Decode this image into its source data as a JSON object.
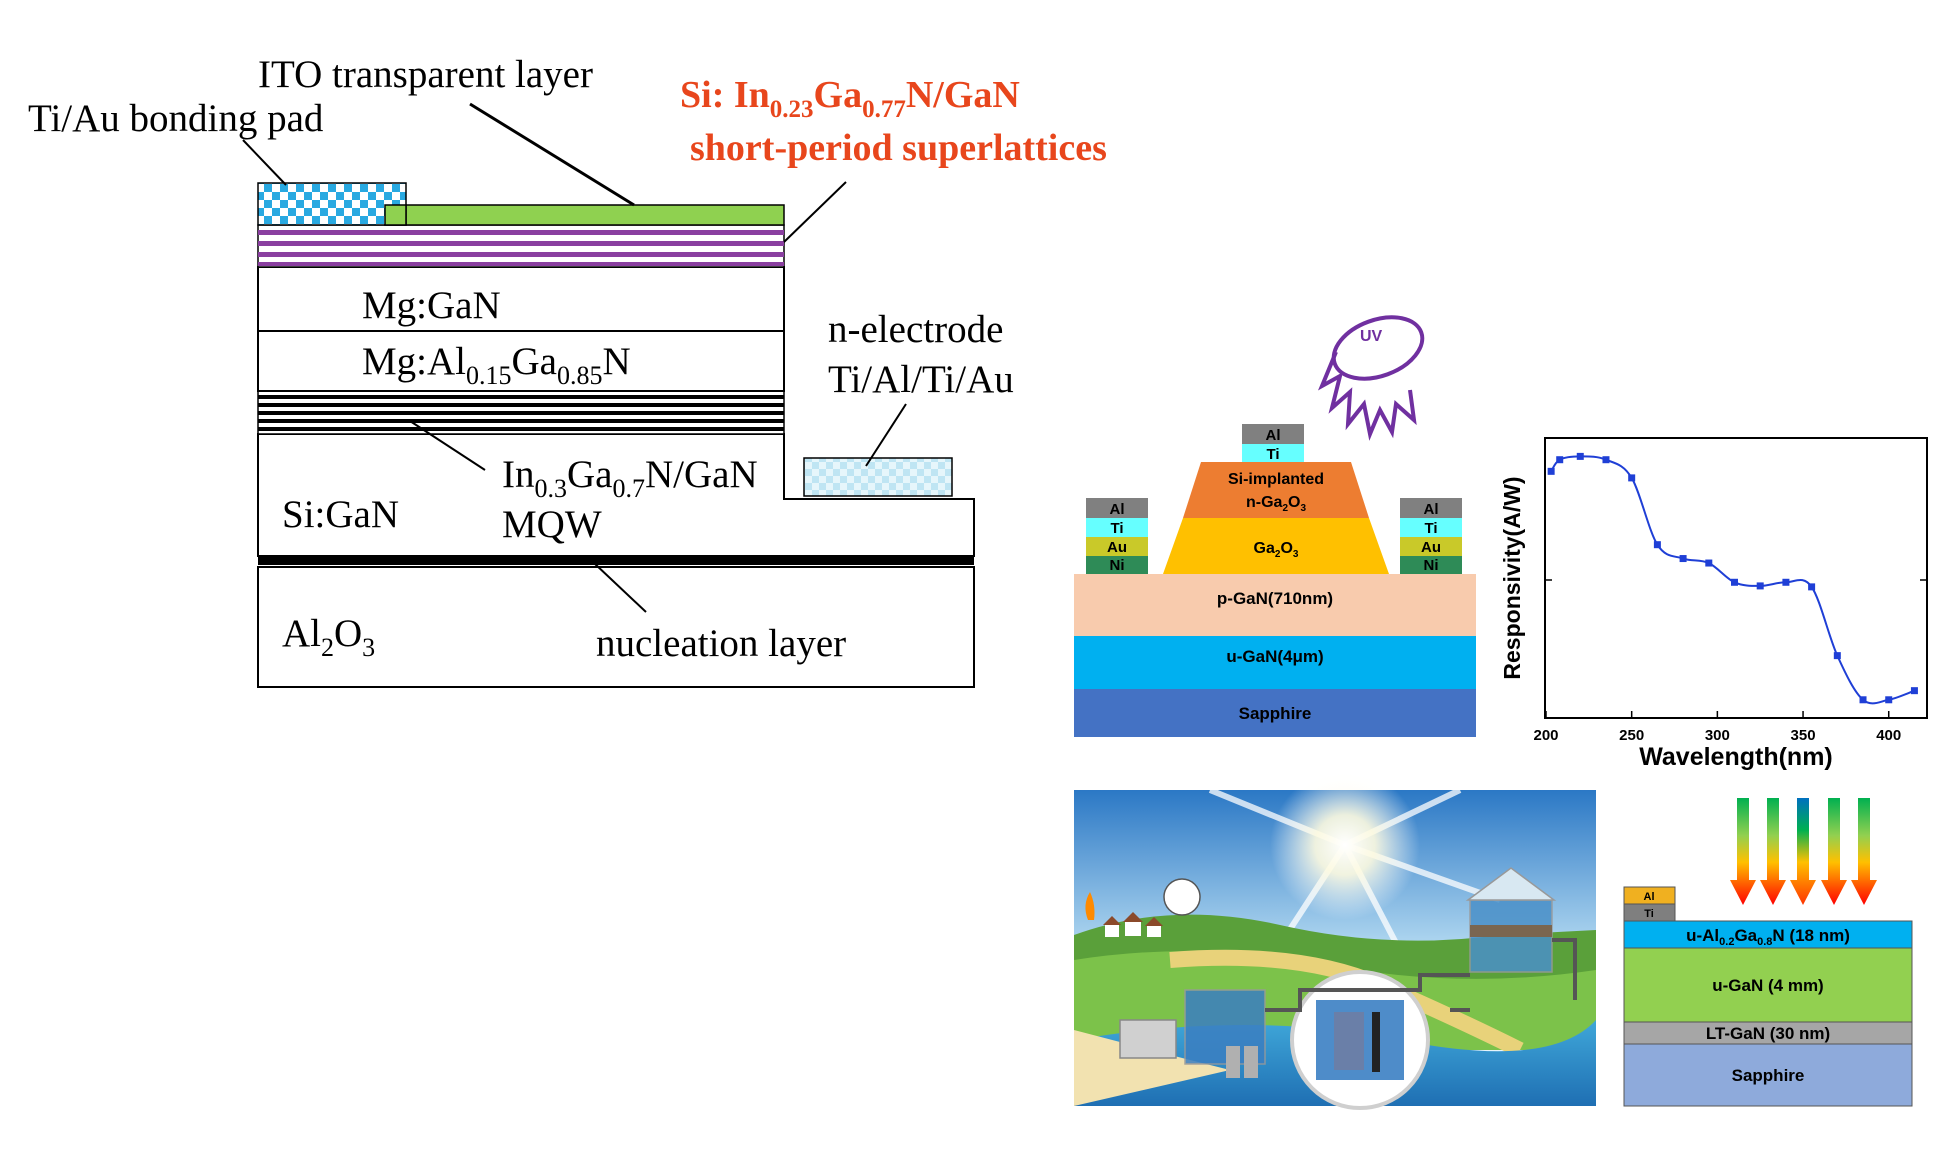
{
  "led": {
    "ito_label": "ITO transparent layer",
    "pad_label": "Ti/Au bonding pad",
    "sl_label": {
      "prefix": "Si: In",
      "sub1": "0.23",
      "mid": "Ga",
      "sub2": "0.77",
      "suffix": "N/GaN",
      "line2": "short-period superlattices"
    },
    "mg_gan": "Mg:GaN",
    "mg_algan": {
      "prefix": "Mg:Al",
      "sub1": "0.15",
      "mid": "Ga",
      "sub2": "0.85",
      "suffix": "N"
    },
    "n_electrode_line1": "n-electrode",
    "n_electrode_line2": "Ti/Al/Ti/Au",
    "mqw": {
      "prefix": "In",
      "sub1": "0.3",
      "mid": "Ga",
      "sub2": "0.7",
      "suffix": "N/GaN",
      "line2": "MQW"
    },
    "si_gan": "Si:GaN",
    "al2o3": {
      "p1": "Al",
      "s1": "2",
      "p2": "O",
      "s2": "3"
    },
    "nucleation": "nucleation layer",
    "colors": {
      "accent_text": "#e8461c",
      "ito": "#8fd150",
      "sl_stripe": "#8a3fa0",
      "pad": "#29a9e1",
      "n_pad": "#bfe5f3"
    }
  },
  "pd": {
    "uv_label": "UV",
    "al": "Al",
    "ti": "Ti",
    "au": "Au",
    "ni": "Ni",
    "si_implanted": "Si-implanted",
    "n_ga2o3": {
      "p1": "n-Ga",
      "s1": "2",
      "p2": "O",
      "s2": "3"
    },
    "ga2o3": {
      "p1": "Ga",
      "s1": "2",
      "p2": "O",
      "s2": "3"
    },
    "pgan": "p-GaN(710nm)",
    "ugan": "u-GaN(4μm)",
    "sapphire": "Sapphire",
    "colors": {
      "orange": "#ed7d31",
      "yellow": "#ffc000",
      "peach": "#f8cbad",
      "cyan": "#00b0f0",
      "blue": "#4472c4",
      "gray": "#808080",
      "al_cap": "#808080",
      "ti_cap": "#66ffff",
      "au": "#c9c929",
      "ni": "#2e8b57"
    }
  },
  "chart_data": {
    "type": "line",
    "xlabel": "Wavelength(nm)",
    "ylabel": "Responsivity(A/W)",
    "xlim": [
      200,
      420
    ],
    "x_ticks": [
      200,
      250,
      300,
      350,
      400
    ],
    "y_scale": "log",
    "series": [
      {
        "x": [
          203,
          208,
          220,
          235,
          250,
          265,
          280,
          295,
          310,
          325,
          340,
          355,
          370,
          385,
          400,
          415
        ],
        "y": [
          0.55,
          0.7,
          0.75,
          0.7,
          0.48,
          0.12,
          0.09,
          0.082,
          0.055,
          0.051,
          0.055,
          0.05,
          0.012,
          0.0048,
          0.0048,
          0.0058
        ]
      }
    ],
    "grid": false,
    "color": "#1f3fd6"
  },
  "hemt": {
    "al": "Al",
    "ti": "Ti",
    "barrier": {
      "p1": "u-Al",
      "s1": "0.2",
      "p2": "Ga",
      "s2": "0.8",
      "p3": "N (18 nm)"
    },
    "ugan": "u-GaN (4 mm)",
    "ltgan": "LT-GaN (30 nm)",
    "sapphire": "Sapphire",
    "colors": {
      "al": "#f0b020",
      "ti": "#7f7f7f",
      "barrier": "#00b0f0",
      "ugan": "#92d050",
      "ltgan": "#a6a6a6",
      "sapphire": "#8eaadb"
    }
  }
}
